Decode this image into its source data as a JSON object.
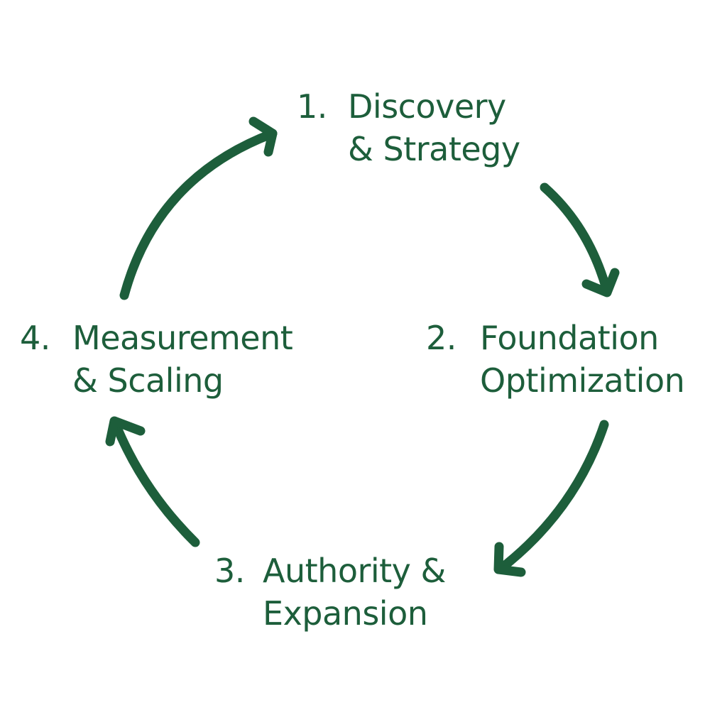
{
  "diagram": {
    "type": "cycle",
    "color": "#1d5e3b",
    "steps": [
      {
        "number": "1.",
        "lines": [
          "Discovery",
          "& Strategy"
        ]
      },
      {
        "number": "2.",
        "lines": [
          "Foundation",
          "Optimization"
        ]
      },
      {
        "number": "3.",
        "lines": [
          "Authority &",
          "Expansion"
        ]
      },
      {
        "number": "4.",
        "lines": [
          "Measurement",
          "& Scaling"
        ]
      }
    ],
    "arrows": [
      {
        "from": "1",
        "to": "2"
      },
      {
        "from": "2",
        "to": "3"
      },
      {
        "from": "3",
        "to": "4"
      },
      {
        "from": "4",
        "to": "1"
      }
    ]
  }
}
